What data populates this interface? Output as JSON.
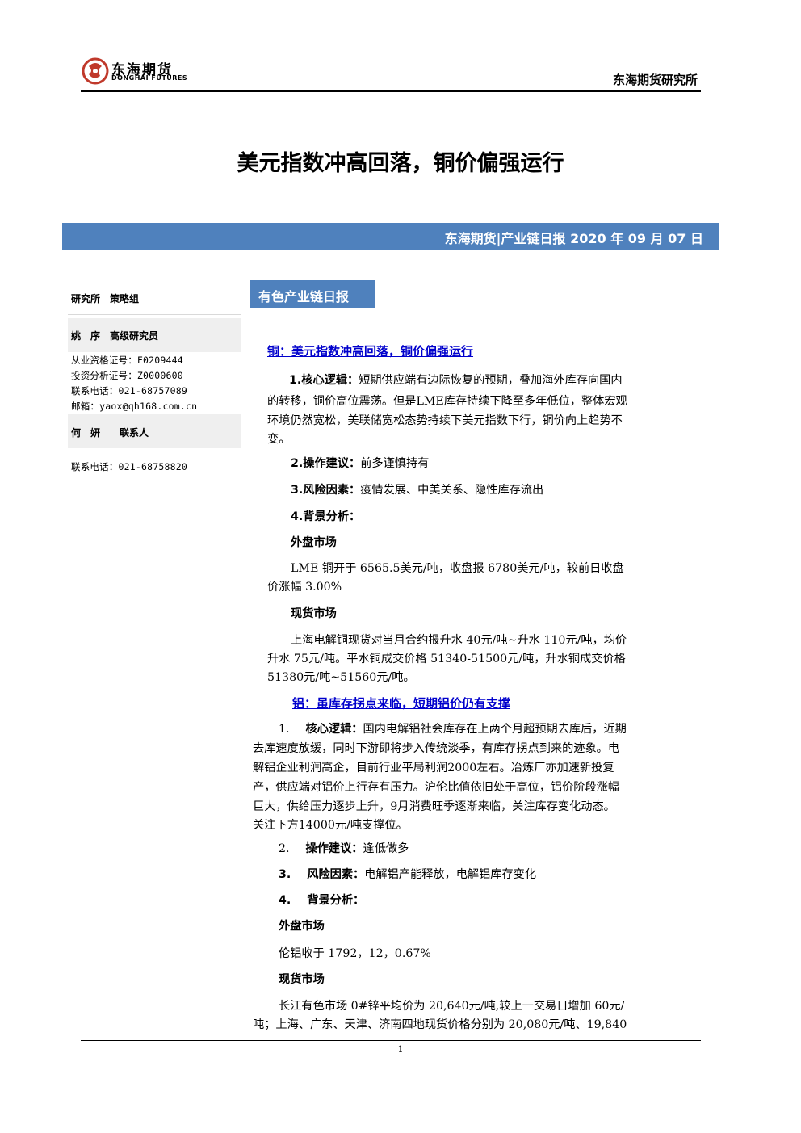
{
  "header": {
    "logo_cn": "东海期货",
    "logo_en": "DONGHAI FUTURES",
    "institute": "东海期货研究所"
  },
  "title": "美元指数冲高回落，铜价偏强运行",
  "banner": "东海期货|产业链日报 2020 年 09 月 07 日",
  "sidebar": {
    "group": "研究所　策略组",
    "analyst1": {
      "name": "姚　序　高级研究员",
      "cert": "从业资格证号：F0209444",
      "invest": "投资分析证号：Z0000600",
      "phone": "联系电话：021-68757089",
      "email": "邮箱：yaox@qh168.com.cn"
    },
    "analyst2": {
      "name": "何　妍　　联系人",
      "phone": "联系电话：021-68758820"
    }
  },
  "section_label": "有色产业链日报",
  "copper": {
    "title": "铜：美元指数冲高回落，铜价偏强运行",
    "logic_label": "1.核心逻辑：",
    "logic_l1": "短期供应端有边际恢复的预期，叠加海外库存向国内",
    "logic_l2": "的转移，铜价高位震荡。但是LME库存持续下降至多年低位，整体宏观",
    "logic_l3": "环境仍然宽松，美联储宽松态势持续下美元指数下行，铜价向上趋势不",
    "logic_l4": "变。",
    "op_label": "2.操作建议：",
    "op_text": "前多谨慎持有",
    "risk_label": "3.风险因素：",
    "risk_text": "疫情发展、中美关系、隐性库存流出",
    "bg_label": "4.背景分析：",
    "ext_label": "外盘市场",
    "ext_l1": "LME 铜开于 6565.5美元/吨，收盘报 6780美元/吨，较前日收盘",
    "ext_l2": "价涨幅 3.00%",
    "spot_label": "现货市场",
    "spot_l1": "上海电解铜现货对当月合约报升水 40元/吨~升水 110元/吨，均价",
    "spot_l2": "升水 75元/吨。平水铜成交价格 51340-51500元/吨，升水铜成交价格",
    "spot_l3": "51380元/吨~51560元/吨。"
  },
  "aluminum": {
    "title": "铝：虽库存拐点来临，短期铝价仍有支撑",
    "logic_num": "1.",
    "logic_label": "核心逻辑：",
    "logic_l1": "国内电解铝社会库存在上两个月超预期去库后，近期",
    "logic_l2": "去库速度放缓，同时下游即将步入传统淡季，有库存拐点到来的迹象。电",
    "logic_l3": "解铝企业利润高企，目前行业平局利润2000左右。冶炼厂亦加速新投复",
    "logic_l4": "产，供应端对铝价上行存有压力。沪伦比值依旧处于高位，铝价阶段涨幅",
    "logic_l5": "巨大，供给压力逐步上升，9月消费旺季逐渐来临，关注库存变化动态。",
    "logic_l6": "关注下方14000元/吨支撑位。",
    "op_num": "2.",
    "op_label": "操作建议：",
    "op_text": "逢低做多",
    "risk_num": "3.",
    "risk_label": "风险因素：",
    "risk_text": "电解铝产能释放，电解铝库存变化",
    "bg_num": "4.",
    "bg_label": "背景分析：",
    "ext_label": "外盘市场",
    "ext_l1": "伦铝收于 1792，12，0.67%",
    "spot_label": "现货市场",
    "spot_l1": "长江有色市场 0#锌平均价为 20,640元/吨,较上一交易日增加 60元/",
    "spot_l2": "吨；上海、广东、天津、济南四地现货价格分别为 20,080元/吨、19,840"
  },
  "footer": {
    "page": "1"
  },
  "colors": {
    "accent": "#4f81bd",
    "link": "#0000cc"
  }
}
